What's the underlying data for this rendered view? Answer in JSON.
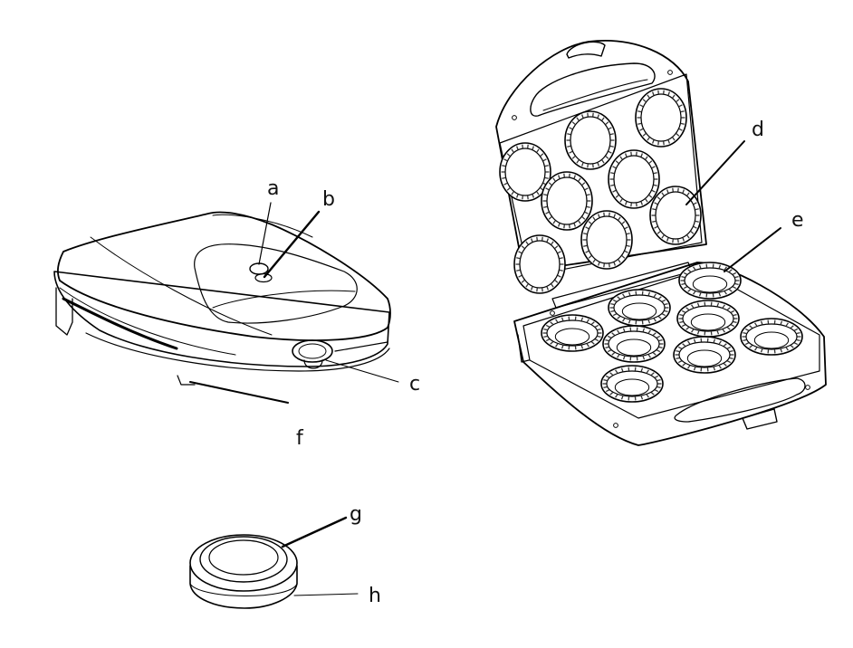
{
  "labels": {
    "a": "a",
    "b": "b",
    "c": "c",
    "d": "d",
    "e": "e",
    "f": "f",
    "g": "g",
    "h": "h"
  },
  "colors": {
    "line": "#000000",
    "fill": "#ffffff",
    "shade": "#dcdcdc",
    "dark": "#555555"
  }
}
